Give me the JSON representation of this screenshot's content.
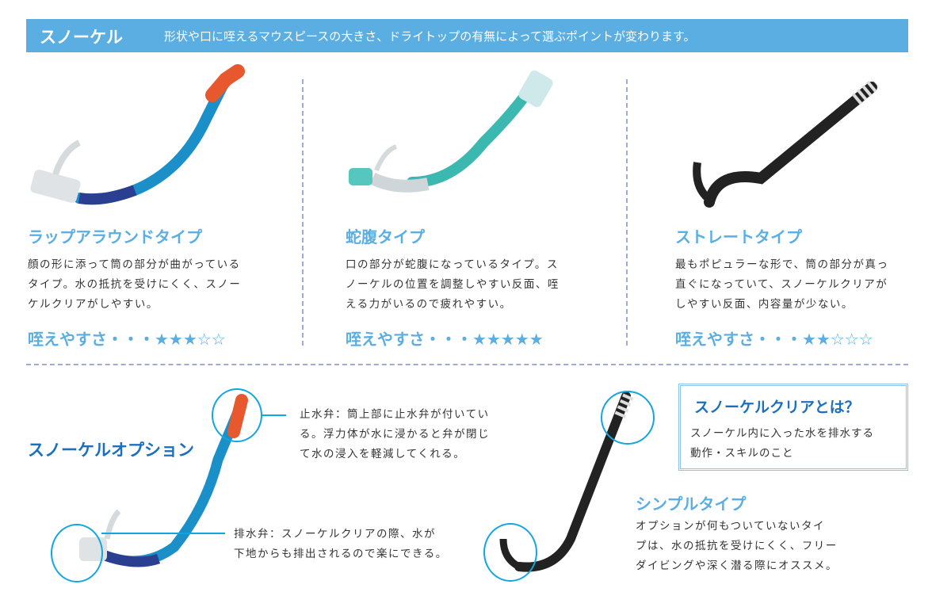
{
  "header": {
    "title": "スノーケル",
    "subtitle": "形状や口に咥えるマウスピースの大きさ、ドライトップの有無によって選ぶポイントが変わります。"
  },
  "types": [
    {
      "title": "ラップアラウンドタイプ",
      "lines": [
        "顔の形に添って筒の部分が曲がっている",
        "タイプ。水の抵抗を受けにくく、スノー",
        "ケルクリアがしやすい。"
      ],
      "rating_label": "咥えやすさ・・・",
      "rating": 3,
      "rating_max": 5,
      "rating_stars": "★★★☆☆"
    },
    {
      "title": "蛇腹タイプ",
      "lines": [
        "口の部分が蛇腹になっているタイプ。ス",
        "ノーケルの位置を調整しやすい反面、咥",
        "える力がいるので疲れやすい。"
      ],
      "rating_label": "咥えやすさ・・・",
      "rating": 5,
      "rating_max": 5,
      "rating_stars": "★★★★★"
    },
    {
      "title": "ストレートタイプ",
      "lines": [
        "最もポピュラーな形で、筒の部分が真っ",
        "直ぐになっていて、スノーケルクリアが",
        "しやすい反面、内容量が少ない。"
      ],
      "rating_label": "咥えやすさ・・・",
      "rating": 2,
      "rating_max": 5,
      "rating_stars": "★★☆☆☆"
    }
  ],
  "options": {
    "title": "スノーケルオプション",
    "top_valve": [
      "止水弁：筒上部に止水弁が付いてい",
      "る。浮力体が水に浸かると弁が閉じ",
      "て水の浸入を軽減してくれる。"
    ],
    "drain_valve": [
      "排水弁：スノーケルクリアの際、水が",
      "下地からも排出されるので楽にできる。"
    ]
  },
  "clear_box": {
    "title": "スノーケルクリアとは？",
    "lines": [
      "スノーケル内に入った水を排水する",
      "動作・スキルのこと"
    ]
  },
  "simple": {
    "title": "シンプルタイプ",
    "lines": [
      "オプションが何もついていないタイ",
      "プは、水の抵抗を受けにくく、フリー",
      "ダイビングや深く潜る際にオススメ。"
    ]
  },
  "colors": {
    "header": "#5aaee2",
    "accent": "#5aaee2",
    "dark_accent": "#1a6fbf",
    "circle": "#12a6e0"
  }
}
